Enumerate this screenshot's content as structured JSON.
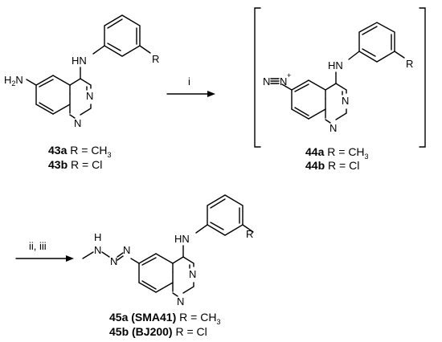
{
  "scheme": {
    "atoms": {
      "hn": "HN",
      "n": "N",
      "r": "R",
      "h": "H",
      "h2n_main": "H",
      "h2n_sub": "2",
      "h2n_n": "N",
      "n_plus": "+"
    },
    "arrows": {
      "step1_label": "i",
      "step2_label": "ii, iii"
    },
    "compounds": {
      "c43a": {
        "id": "43a",
        "text": " R = CH",
        "sub": "3"
      },
      "c43b": {
        "id": "43b",
        "text": " R = Cl"
      },
      "c44a": {
        "id": "44a",
        "text": " R = CH",
        "sub": "3"
      },
      "c44b": {
        "id": "44b",
        "text": " R = Cl"
      },
      "c45a": {
        "id": "45a (SMA41)",
        "text": " R = CH",
        "sub": "3"
      },
      "c45b": {
        "id": "45b (BJ200)",
        "text": "  R = Cl"
      }
    }
  }
}
